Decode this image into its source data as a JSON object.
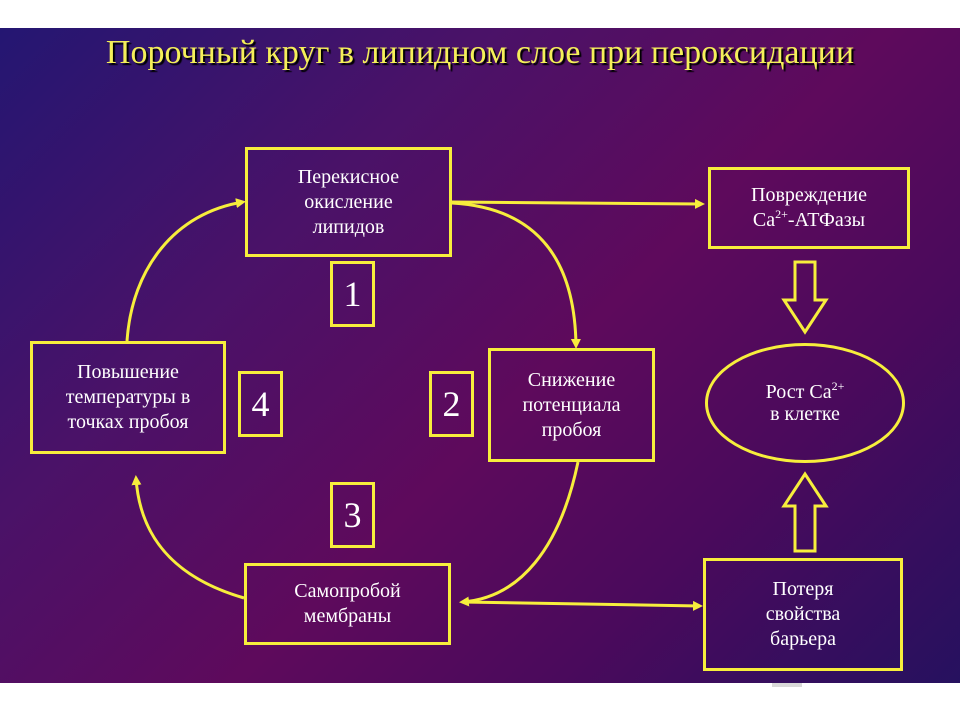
{
  "title": "Порочный круг в липидном слое при пероксидации",
  "boxes": {
    "peroxidation": {
      "line1": "Перекисное",
      "line2": "окисление",
      "line3": "липидов"
    },
    "potential": {
      "line1": "Снижение",
      "line2": "потенциала",
      "line3": "пробоя"
    },
    "selfbreak": {
      "line1": "Самопробой",
      "line2": "мембраны"
    },
    "temperature": {
      "line1": "Повышение",
      "line2": "температуры в",
      "line3": "точках пробоя"
    },
    "atpase": {
      "line1": "Повреждение",
      "line2_prefix": "Ca",
      "line2_sup": "2+",
      "line2_suffix": "-АТФазы"
    },
    "barrier": {
      "line1": "Потеря",
      "line2": "свойства",
      "line3": "барьера"
    }
  },
  "ellipse": {
    "prefix": "Рост Ca",
    "sup": "2+",
    "line2": "в клетке"
  },
  "numbers": {
    "n1": "1",
    "n2": "2",
    "n3": "3",
    "n4": "4"
  },
  "colors": {
    "accent": "#f7ee3c",
    "title_color": "#f5ef5a",
    "text_color": "#ffffff",
    "background_start": "#241672",
    "background_mid": "#5e0a5c",
    "background_end": "#26115f"
  }
}
